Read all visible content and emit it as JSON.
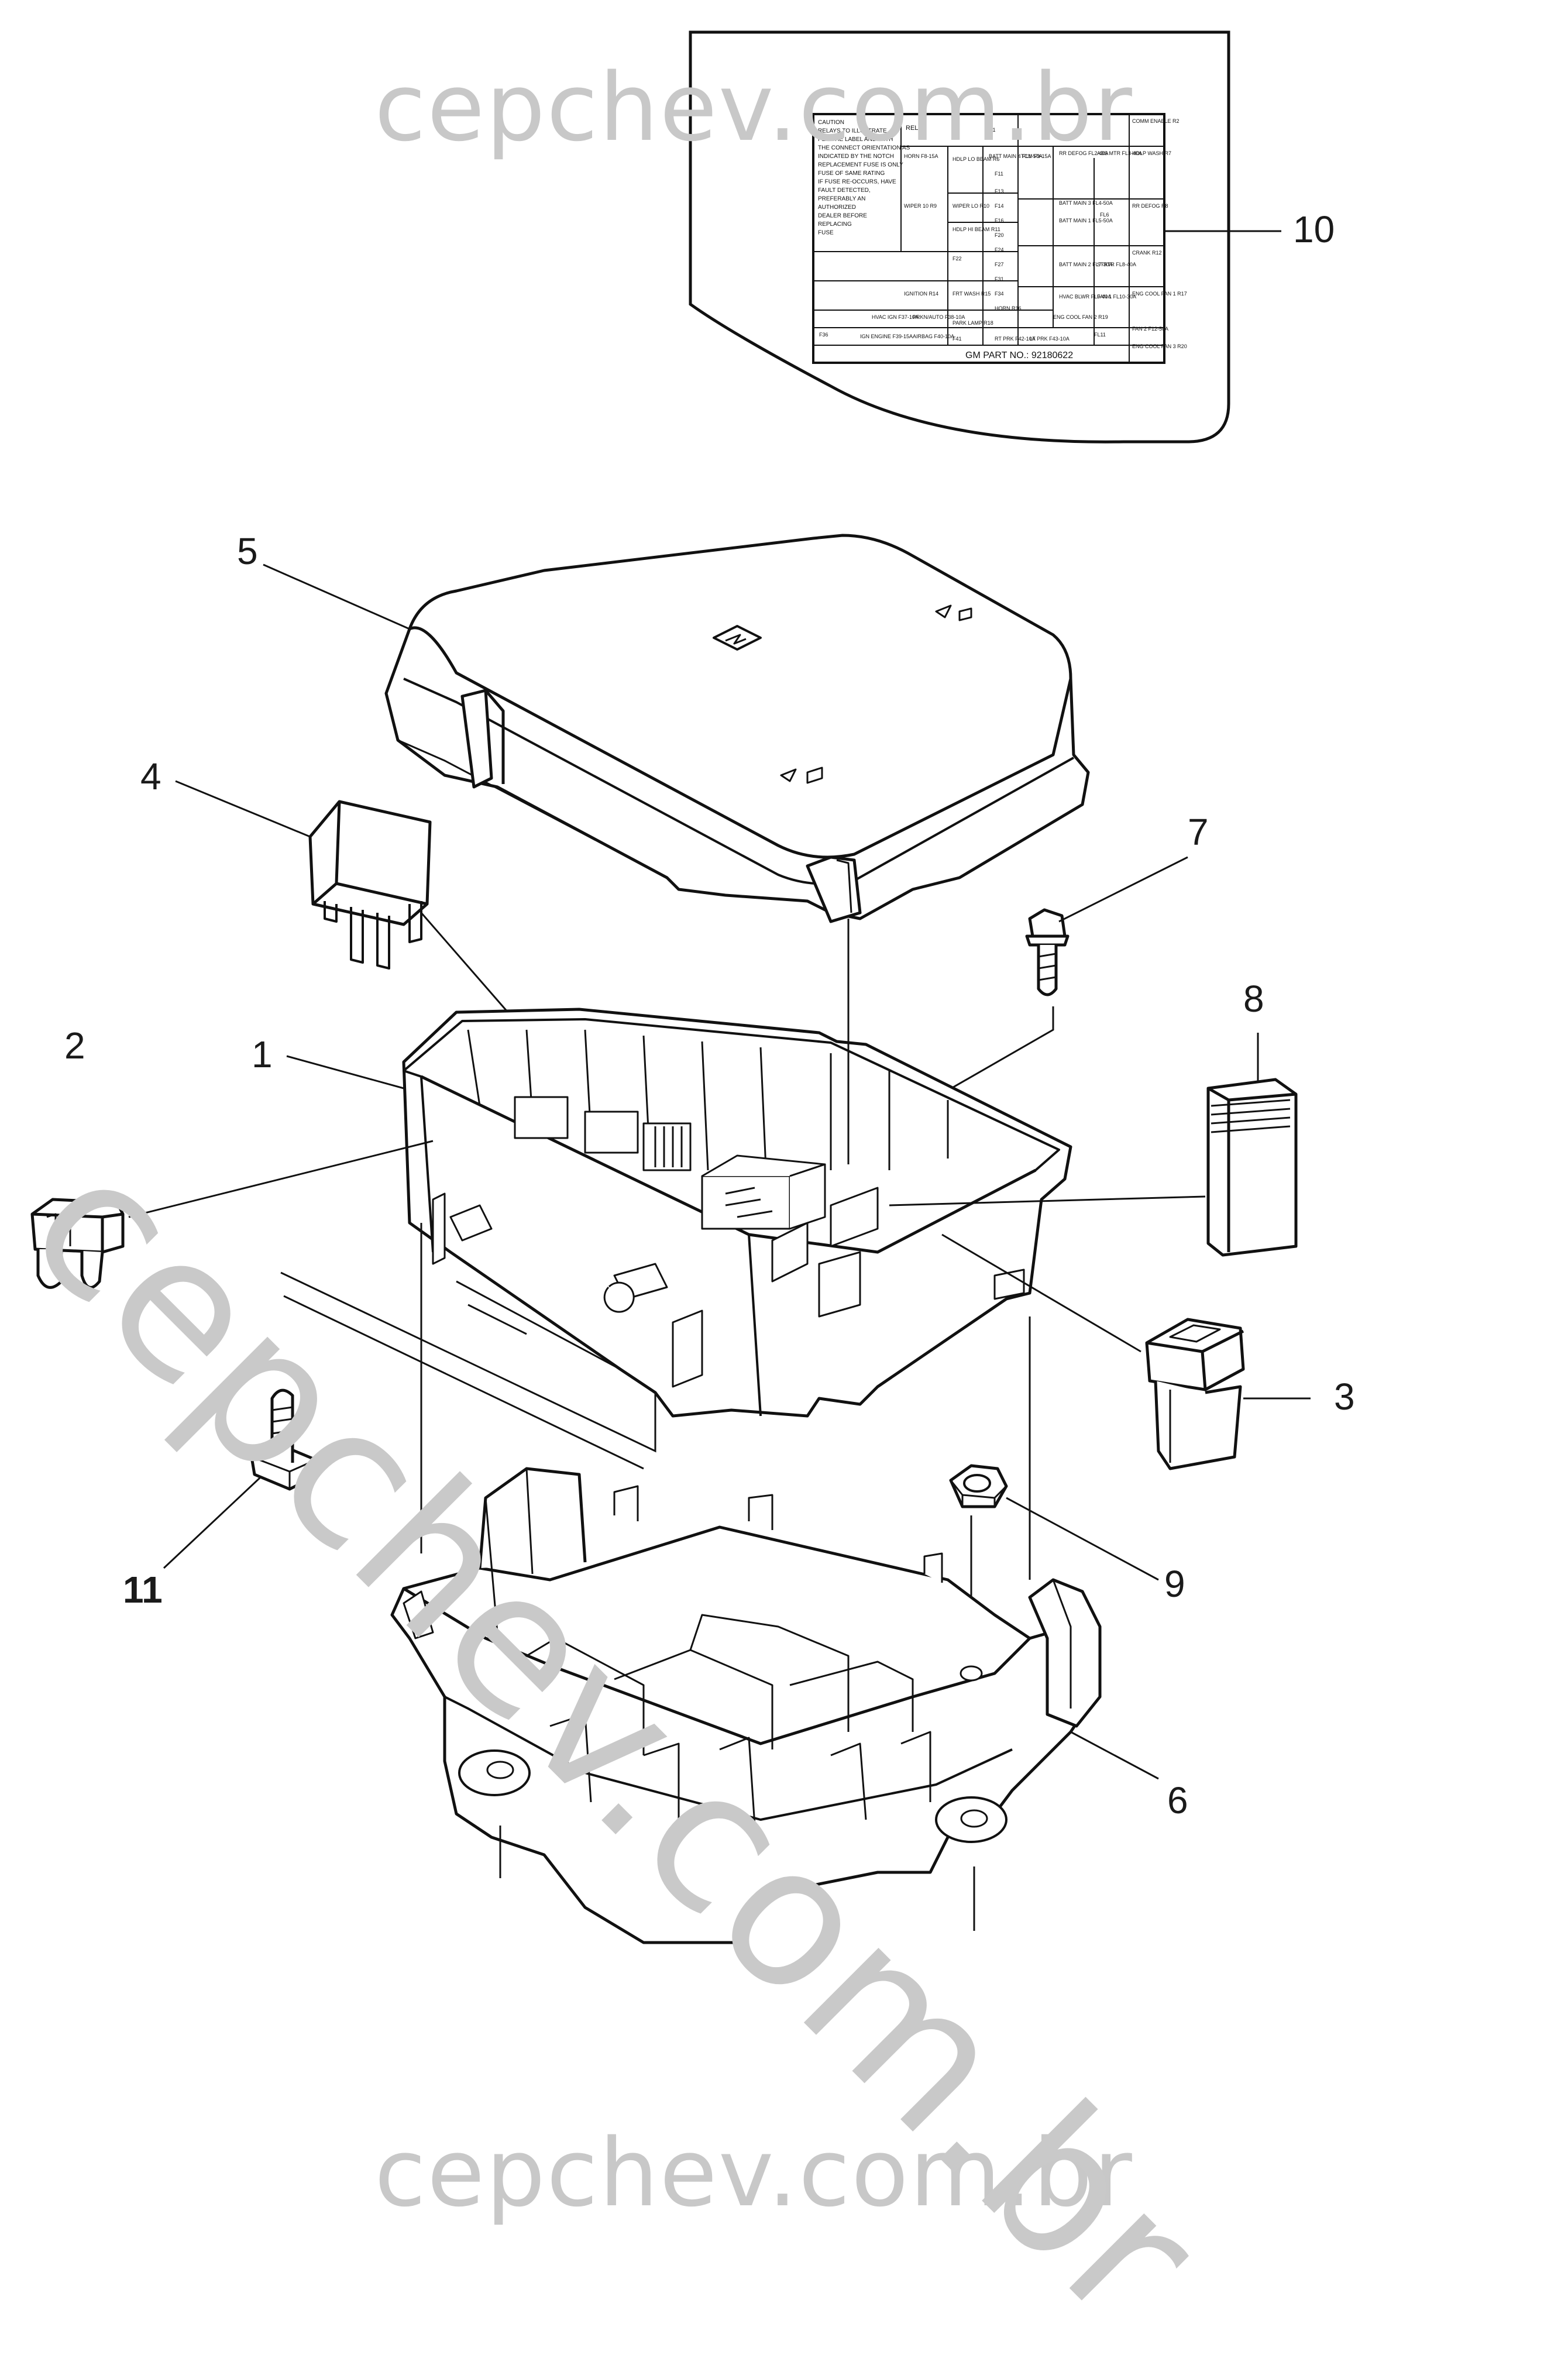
{
  "watermark": {
    "top": "cepchev.com.br",
    "bottom": "cepchev.com.br",
    "diagonal": "cepchev.com.br"
  },
  "callouts": {
    "c1": "1",
    "c2": "2",
    "c3": "3",
    "c4": "4",
    "c5": "5",
    "c6": "6",
    "c7": "7",
    "c8": "8",
    "c9": "9",
    "c10": "10",
    "c11": "11"
  },
  "fuse_label": {
    "caution_lines": [
      "CAUTION",
      "RELAYS TO ILLUSTRATE",
      "PER THE LABEL AND WITH",
      "THE CONNECT ORIENTATION AS",
      "INDICATED BY THE NOTCH",
      "REPLACEMENT FUSE IS ONLY",
      "FUSE OF SAME RATING",
      "IF FUSE RE-OCCURS, HAVE",
      "FAULT DETECTED,",
      "PREFERABLY AN",
      "AUTHORIZED",
      "DEALER BEFORE",
      "REPLACING",
      "FUSE"
    ],
    "relay_text": "RELAY",
    "part_number": "GM PART NO.: 92180622",
    "cells": [
      {
        "id": "R1",
        "text": "R1"
      },
      {
        "id": "COMM",
        "text": "COMM ENABLE R2"
      },
      {
        "id": "HORN",
        "text": "HORN F8-15A"
      },
      {
        "id": "HDLP",
        "text": "HDLP LO BEAM R6"
      },
      {
        "id": "BATT4",
        "text": "BATT MAIN 4 FL1-50A"
      },
      {
        "id": "TCM",
        "text": "TCM F9-15A"
      },
      {
        "id": "RRDEFOG",
        "text": "RR DEFOG FL2-40A"
      },
      {
        "id": "ABS",
        "text": "ABS MTR FL3-40A"
      },
      {
        "id": "HDLPWASH",
        "text": "HDLP WASH R7"
      },
      {
        "id": "WIPER",
        "text": "WIPER 10 R9"
      },
      {
        "id": "WIPERLO",
        "text": "WIPER LO R10"
      },
      {
        "id": "F11",
        "text": "F11"
      },
      {
        "id": "F13",
        "text": "F13"
      },
      {
        "id": "F14",
        "text": "F14"
      },
      {
        "id": "F16",
        "text": "F16"
      },
      {
        "id": "BATT3",
        "text": "BATT MAIN 3 FL4-50A"
      },
      {
        "id": "BATT1",
        "text": "BATT MAIN 1 FL5-50A"
      },
      {
        "id": "FL6",
        "text": "FL6"
      },
      {
        "id": "RRDEFOG2",
        "text": "RR DEFOG R8"
      },
      {
        "id": "HDLPHI",
        "text": "HDLP HI BEAM R11"
      },
      {
        "id": "F20",
        "text": "F20"
      },
      {
        "id": "F24",
        "text": "F24"
      },
      {
        "id": "F27",
        "text": "F27"
      },
      {
        "id": "CRANK",
        "text": "CRANK R12"
      },
      {
        "id": "BATT2",
        "text": "BATT MAIN 2 FL7-30A"
      },
      {
        "id": "STRTR",
        "text": "STRTR FL8-40A"
      },
      {
        "id": "F22",
        "text": "F22"
      },
      {
        "id": "F31",
        "text": "F31"
      },
      {
        "id": "F34",
        "text": "F34"
      },
      {
        "id": "HVAC",
        "text": "HVAC BLWR FL9-40A"
      },
      {
        "id": "FAN1",
        "text": "FAN 1 FL10-30A"
      },
      {
        "id": "ENGCOOL1",
        "text": "ENG COOL FAN 1 R17"
      },
      {
        "id": "IGNITION",
        "text": "IGNITION R14"
      },
      {
        "id": "FRTWASH",
        "text": "FRT WASH R15"
      },
      {
        "id": "HORNR16",
        "text": "HORN R16"
      },
      {
        "id": "ENGCOOL2",
        "text": "ENG COOL FAN 2 R19"
      },
      {
        "id": "FL11",
        "text": "FL11"
      },
      {
        "id": "FAN2",
        "text": "FAN 2 F12-50A"
      },
      {
        "id": "ENGCOOL3",
        "text": "ENG COOL FAN 3 R20"
      },
      {
        "id": "F36",
        "text": "F36"
      },
      {
        "id": "PARKLAMP",
        "text": "PARK LAMP R18"
      },
      {
        "id": "F41",
        "text": "F41"
      },
      {
        "id": "RTPRK",
        "text": "RT PRK F42-10A"
      },
      {
        "id": "LTPRK",
        "text": "LT PRK F43-10A"
      },
      {
        "id": "HVACIGN",
        "text": "HVAC IGN F37-10A"
      },
      {
        "id": "PRKN",
        "text": "PRKN/AUTO F38-10A"
      },
      {
        "id": "IGNENGINE",
        "text": "IGN ENGINE F39-15A"
      },
      {
        "id": "AIRBAG",
        "text": "AIRBAG F40-10A"
      }
    ]
  }
}
